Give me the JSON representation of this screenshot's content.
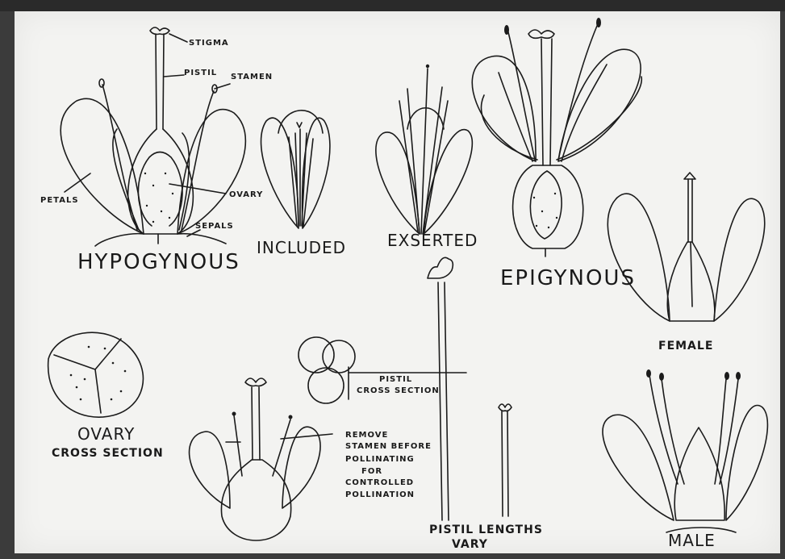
{
  "labels": {
    "stigma": "STIGMA",
    "pistil": "PISTIL",
    "stamen": "STAMEN",
    "petals": "PETALS",
    "ovary": "OVARY",
    "sepals": "SEPALS",
    "hypogynous": "HYPOGYNOUS",
    "included": "INCLUDED",
    "exserted": "EXSERTED",
    "epigynous": "EPIGYNOUS",
    "female": "FEMALE",
    "male": "MALE",
    "ovary_cross_section_1": "OVARY",
    "ovary_cross_section_2": "CROSS SECTION",
    "pistil_cross_section_1": "PISTIL",
    "pistil_cross_section_2": "CROSS SECTION",
    "remove_note": [
      "REMOVE",
      "STAMEN BEFORE",
      "POLLINATING",
      "FOR",
      "CONTROLLED",
      "POLLINATION"
    ],
    "pistil_lengths_1": "PISTIL LENGTHS",
    "pistil_lengths_2": "VARY"
  },
  "colors": {
    "ink": "#1b1b1b",
    "board": "#f3f3f1",
    "frame": "#2a2a2a"
  }
}
